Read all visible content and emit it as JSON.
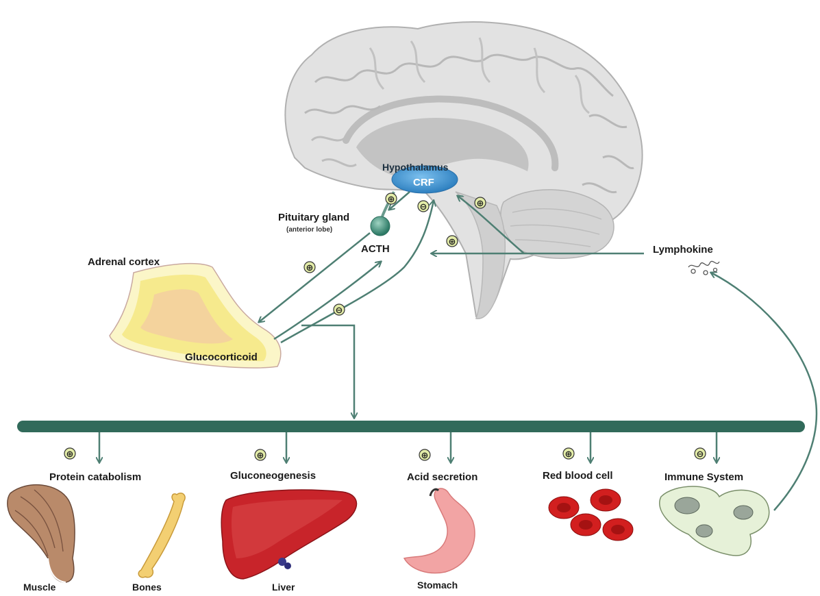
{
  "colors": {
    "arrow": "#4e7f73",
    "bar": "#316a5a",
    "brain": "#d8d8d8",
    "hypothalamus": "#3a8fd0",
    "plus_badge": "#e3eca8",
    "adrenal": "#f6ec9a",
    "liver": "#c8242a",
    "rbc": "#d21f1f",
    "stomach": "#f2a4a4",
    "immune": "#e6f1d8"
  },
  "labels": {
    "hypothalamus": "Hypothalamus",
    "crf": "CRF",
    "pituitary": "Pituitary gland",
    "pituitary_sub": "(anterior lobe)",
    "acth": "ACTH",
    "adrenal": "Adrenal cortex",
    "glucocorticoid": "Glucocorticoid",
    "lymphokine": "Lymphokine"
  },
  "signs": {
    "plus": "⊕",
    "minus": "⊖"
  },
  "effects": [
    {
      "label": "Protein catabolism",
      "sign": "⊕"
    },
    {
      "label": "Gluconeogenesis",
      "sign": "⊕"
    },
    {
      "label": "Acid secretion",
      "sign": "⊕"
    },
    {
      "label": "Red blood cell",
      "sign": "⊕"
    },
    {
      "label": "Immune System",
      "sign": "⊖"
    }
  ],
  "organs": {
    "muscle": "Muscle",
    "bones": "Bones",
    "liver": "Liver",
    "stomach": "Stomach"
  }
}
